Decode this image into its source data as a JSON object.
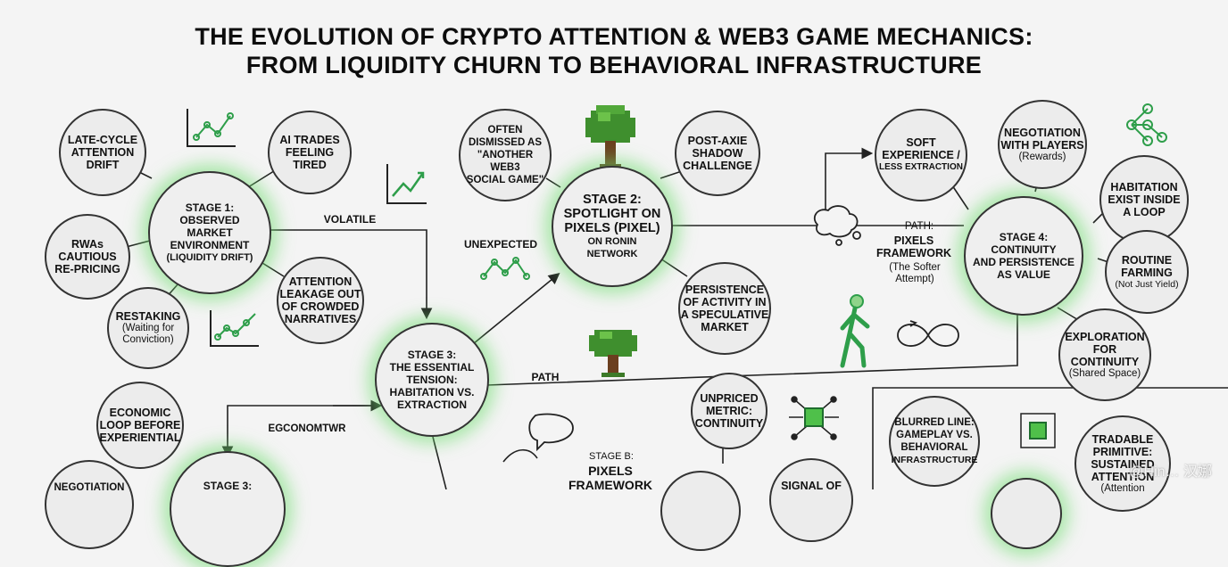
{
  "title": {
    "line1": "THE EVOLUTION OF CRYPTO ATTENTION & WEB3 GAME MECHANICS:",
    "line2": "FROM LIQUIDITY CHURN TO BEHAVIORAL INFRASTRUCTURE"
  },
  "stage1": {
    "center": [
      "STAGE 1:",
      "OBSERVED",
      "MARKET",
      "ENVIRONMENT",
      "(LIQUIDITY DRIFT)"
    ],
    "late_cycle": [
      "LATE-CYCLE",
      "ATTENTION",
      "DRIFT"
    ],
    "ai_trades": [
      "AI TRADES",
      "FEELING",
      "TIRED"
    ],
    "rwas": [
      "RWAs",
      "CAUTIOUS",
      "RE-PRICING"
    ],
    "attention_leak": [
      "ATTENTION",
      "LEAKAGE OUT",
      "OF CROWDED",
      "NARRATIVES"
    ],
    "restaking_title": "RESTAKING",
    "restaking_sub": [
      "(Waiting for",
      "Conviction)"
    ]
  },
  "stage2": {
    "center": [
      "STAGE 2:",
      "SPOTLIGHT ON",
      "PIXELS (PIXEL)"
    ],
    "center_sub": [
      "ON RONIN",
      "NETWORK"
    ],
    "often": [
      "OFTEN",
      "DISMISSED AS",
      "\"ANOTHER",
      "WEB3",
      "SOCIAL GAME\""
    ],
    "post_axie": [
      "POST-AXIE",
      "SHADOW",
      "CHALLENGE"
    ],
    "persistence": [
      "PERSISTENCE",
      "OF ACTIVITY IN",
      "A SPECULATIVE",
      "MARKET"
    ]
  },
  "stage3": {
    "center": [
      "STAGE 3:",
      "THE ESSENTIAL",
      "TENSION:",
      "HABITATION VS.",
      "EXTRACTION"
    ],
    "economic": [
      "ECONOMIC",
      "LOOP BEFORE",
      "EXPERIENTIAL"
    ],
    "negotiation_bottom": "NEGOTIATION",
    "stage3_bottom": "STAGE 3:"
  },
  "stage4": {
    "center": [
      "STAGE 4:",
      "CONTINUITY",
      "AND PERSISTENCE",
      "AS VALUE"
    ],
    "negotiation_title": [
      "NEGOTIATION",
      "WITH PLAYERS"
    ],
    "negotiation_sub": "(Rewards)",
    "habitation": [
      "HABITATION",
      "EXIST INSIDE",
      "A LOOP"
    ],
    "routine_title": [
      "ROUTINE",
      "FARMING"
    ],
    "routine_sub": "(Not Just Yield)",
    "exploration_title": [
      "EXPLORATION",
      "FOR CONTINUITY"
    ],
    "exploration_sub": "(Shared Space)",
    "soft_title": [
      "SOFT",
      "EXPERIENCE /"
    ],
    "soft_sub": "LESS EXTRACTION"
  },
  "path_pixels": {
    "path": "PATH:",
    "title": [
      "PIXELS",
      "FRAMEWORK"
    ],
    "sub": [
      "(The Softer",
      "Attempt)"
    ]
  },
  "lower": {
    "unpriced": [
      "UNPRICED",
      "METRIC:",
      "CONTINUITY"
    ],
    "signal": "SIGNAL OF",
    "blurred": [
      "BLURRED LINE:",
      "GAMEPLAY VS.",
      "BEHAVIORAL",
      "INFRASTRUCTURE"
    ],
    "tradable": [
      "TRADABLE",
      "PRIMITIVE:",
      "SUSTAINED",
      "ATTENTION"
    ],
    "tradable_sub": "(Attention",
    "stage_b": "STAGE B:",
    "stage_b_title": [
      "PIXELS",
      "FRAMEWORK"
    ]
  },
  "edge_labels": {
    "volatile": "VOLATILE",
    "unexpected": "UNEXPECTED",
    "path": "PATH",
    "egconomtwr": "EGCONOMTWR"
  },
  "watermark": "@Hin… 汉娜",
  "colors": {
    "glow": "#6edc6e",
    "chart_green": "#2e9e4a",
    "node_fill": "#ececec",
    "stroke": "#333333"
  },
  "icons": [
    "line-chart-icon",
    "pixel-tree-icon",
    "network-icon",
    "walking-person-icon",
    "infinity-loop-icon",
    "thought-bubble-icon",
    "speech-bubble-icon",
    "cube-network-icon"
  ]
}
